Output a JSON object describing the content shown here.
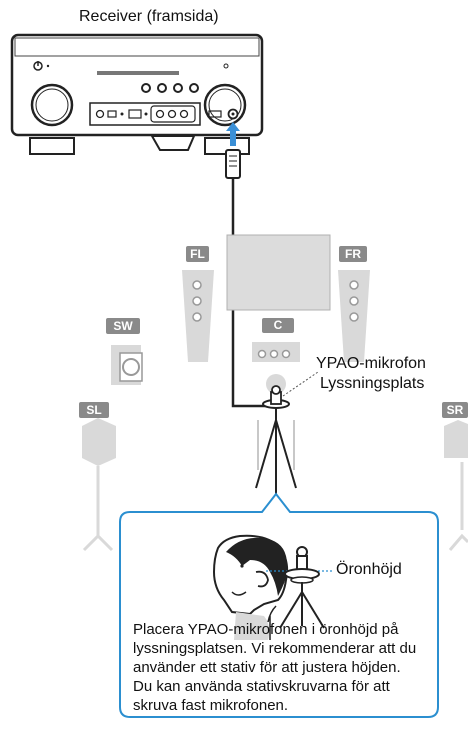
{
  "receiver": {
    "label": "Receiver (framsida)"
  },
  "speakers": {
    "fl": "FL",
    "fr": "FR",
    "sw": "SW",
    "c": "C",
    "sl": "SL",
    "sr": "SR"
  },
  "microphone": {
    "name": "YPAO-mikrofon",
    "position": "Lyssningsplats"
  },
  "callout": {
    "ear_height": "Öronhöjd",
    "instruction": "Placera YPAO-mikrofonen i öronhöjd på lyssningsplatsen. Vi rekommenderar att du använder ett stativ för att justera höjden. Du kan använda stativskruvarna för att skruva fast mikrofonen."
  },
  "colors": {
    "badge": "#8a8a8a",
    "speaker_light": "#d9d9d9",
    "callout_border": "#2b8fd0",
    "arrow": "#3a8fd6",
    "tv": "#dcdcdc"
  }
}
